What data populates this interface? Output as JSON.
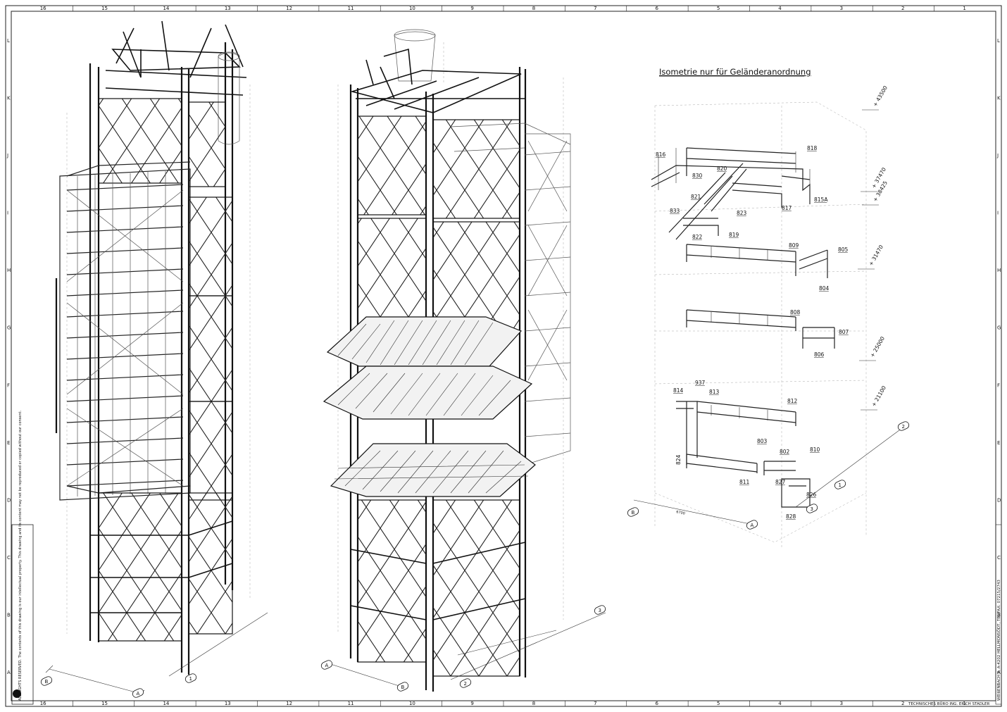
{
  "drawing": {
    "title": "Isometrie nur für Geländeranordnung",
    "frame_columns": [
      "16",
      "15",
      "14",
      "13",
      "12",
      "11",
      "10",
      "9",
      "8",
      "7",
      "6",
      "5",
      "4",
      "3",
      "2",
      "1"
    ],
    "frame_rows": [
      "L",
      "K",
      "J",
      "I",
      "H",
      "G",
      "F",
      "E",
      "D",
      "C",
      "B",
      "A"
    ],
    "part_numbers": [
      "816",
      "818",
      "820",
      "830",
      "815A",
      "821",
      "817",
      "833",
      "823",
      "822",
      "819",
      "809",
      "805",
      "804",
      "808",
      "807",
      "806",
      "814",
      "937",
      "813",
      "812",
      "803",
      "802",
      "810",
      "824",
      "811",
      "827",
      "826",
      "828"
    ],
    "elevations": [
      "+ 43500",
      "+ 37470",
      "+ 38425",
      "+ 31470",
      "+ 25000",
      "+ 21100"
    ],
    "axis_markers": [
      "A",
      "B",
      "1",
      "2",
      "3"
    ],
    "dimension_value": "6700",
    "title_block": {
      "office_line": "TECHNISCHES BÜRO    ING. ERICH STADLER",
      "address_line": "WEIßENBACH 8, A-4202 HELLMONSÖDT, TEL/FAX: 07215/2743"
    },
    "copyright_note": "ALL RIGHTS RESERVED. The contents of this drawing is our intellectual property. This drawing and its content may not be reproduced or copied without our consent."
  }
}
